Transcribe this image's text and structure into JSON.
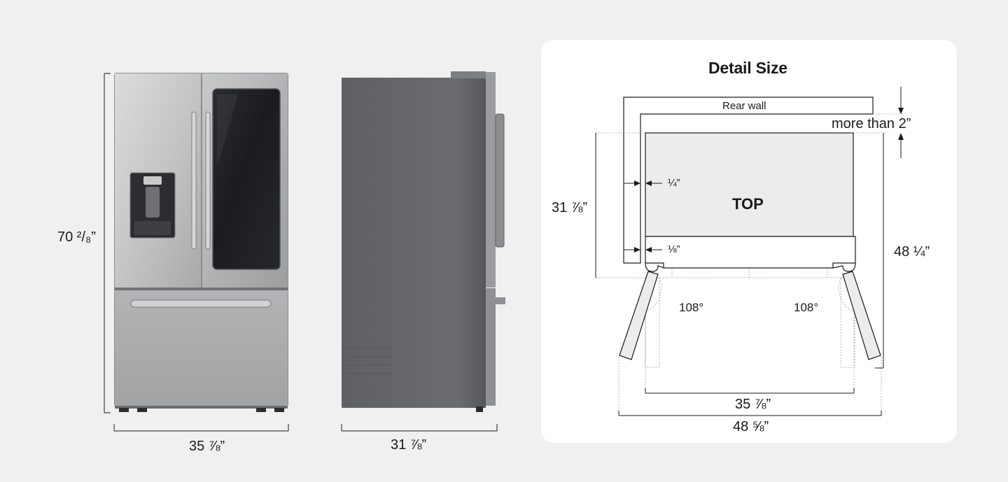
{
  "front_view": {
    "height_label": "70 ²/₈”",
    "width_label": "35 ⅞”"
  },
  "side_view": {
    "depth_label": "31 ⅞”"
  },
  "detail": {
    "title": "Detail Size",
    "rear_wall_label": "Rear wall",
    "clearance_label": "more than 2”",
    "side_gap_label": "¼”",
    "door_gap_label": "⅛”",
    "top_label": "TOP",
    "depth_label": "31 ⅞”",
    "depth_open_label": "48 ¼”",
    "angle_left_label": "108°",
    "angle_right_label": "108°",
    "width_closed_label": "35 ⅞”",
    "width_open_label": "48 ⅝”"
  },
  "colors": {
    "background": "#f0f0f0",
    "card": "#ffffff",
    "steel_light": "#c9c9c9",
    "steel_dark": "#6b6d70",
    "glass": "#1c1f22",
    "line": "#1a1a1a",
    "guide": "#b8b8b8"
  }
}
